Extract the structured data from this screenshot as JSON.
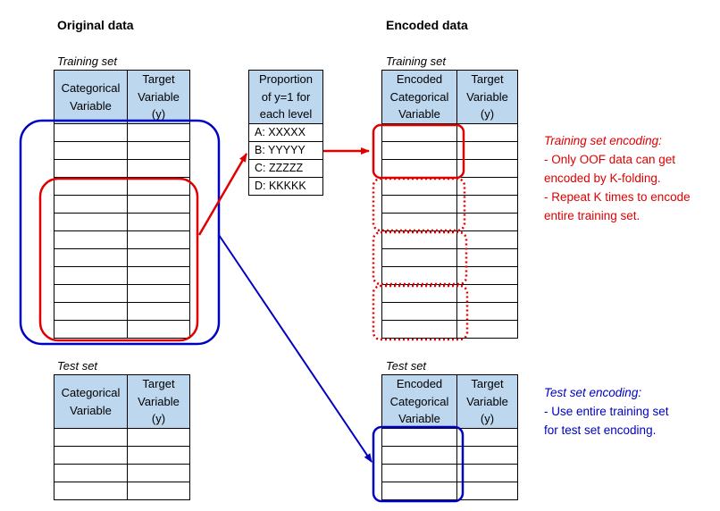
{
  "headings": {
    "original": "Original data",
    "encoded": "Encoded data"
  },
  "labels": {
    "training_left": "Training set",
    "training_right": "Training set",
    "test_left": "Test set",
    "test_right": "Test set"
  },
  "tables": {
    "orig_train": {
      "col1": "Categorical\nVariable",
      "col2": "Target\nVariable\n(y)"
    },
    "orig_test": {
      "col1": "Categorical\nVariable",
      "col2": "Target\nVariable\n(y)"
    },
    "enc_train": {
      "col1": "Encoded\nCategorical\nVariable",
      "col2": "Target\nVariable\n(y)"
    },
    "enc_test": {
      "col1": "Encoded\nCategorical\nVariable",
      "col2": "Target\nVariable\n(y)"
    }
  },
  "proportion": {
    "header": "Proportion\nof y=1 for\neach level",
    "levels": [
      "A: XXXXX",
      "B: YYYYY",
      "C: ZZZZZ",
      "D: KKKKK"
    ]
  },
  "notes": {
    "training": {
      "title": "Training set encoding:",
      "line1": "- Only OOF data can get",
      "line2": "encoded by K-folding.",
      "line3": "- Repeat K times to encode",
      "line4": "entire training set."
    },
    "test": {
      "title": "Test set encoding:",
      "line1": "- Use entire training set",
      "line2": "for test set encoding."
    }
  },
  "colors": {
    "red": "#e00000",
    "blue": "#0000c0",
    "header_fill": "#bdd7ee"
  }
}
